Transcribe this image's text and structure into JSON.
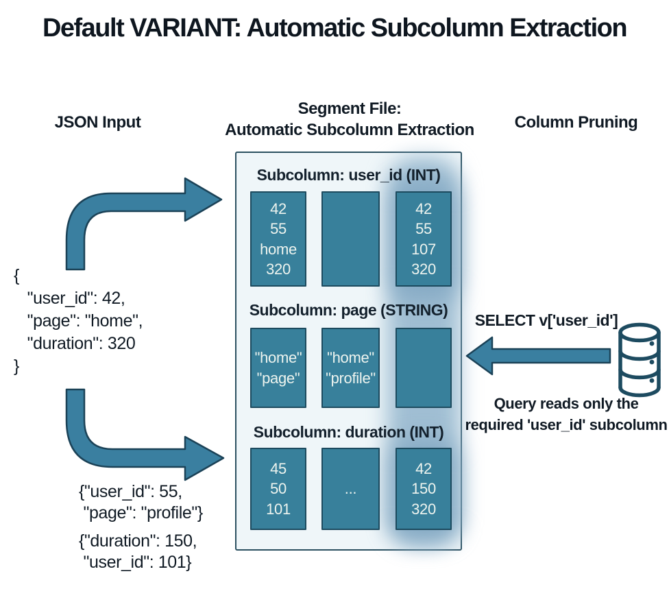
{
  "title": "Default VARIANT: Automatic Subcolumn Extraction",
  "headers": {
    "left": "JSON Input",
    "center": [
      "Segment File:",
      "Automatic Subcolumn Extraction"
    ],
    "right": "Column Pruning"
  },
  "json_input": {
    "block1": [
      "{",
      "   \"user_id\": 42,",
      "   \"page\": \"home\",",
      "   \"duration\": 320",
      "}"
    ],
    "block2": [
      "{\"user_id\": 55,",
      " \"page\": \"profile\"}"
    ],
    "block3": [
      "{\"duration\": 150,",
      " \"user_id\": 101}"
    ]
  },
  "segment": {
    "sections": [
      {
        "title": "Subcolumn: user_id (INT)",
        "cells": [
          [
            "42",
            "55",
            "home",
            "320"
          ],
          [],
          [
            "42",
            "55",
            "107",
            "320"
          ]
        ],
        "highlighted_cell_index": 2
      },
      {
        "title": "Subcolumn: page (STRING)",
        "cells": [
          [
            "\"home\"",
            "\"page\""
          ],
          [
            "\"home\"",
            "\"profile\""
          ],
          []
        ],
        "highlighted_cell_index": 2
      },
      {
        "title": "Subcolumn: duration (INT)",
        "cells": [
          [
            "45",
            "50",
            "101"
          ],
          [
            "..."
          ],
          [
            "42",
            "150",
            "320"
          ]
        ],
        "highlighted_cell_index": 2
      }
    ]
  },
  "pruning": {
    "query": "SELECT v['user_id']",
    "caption": [
      "Query reads only the",
      "required 'user_id' subcolumn"
    ]
  },
  "colors": {
    "cell_fill": "#38809b",
    "cell_border": "#1c4a5e",
    "panel_bg": "#eff6f9",
    "panel_border": "#2b5060",
    "arrow_fill": "#3a7fa0",
    "arrow_outline": "#1b4257",
    "highlight_glow": "#8fb4cc",
    "db_icon_stroke": "#1d4b60",
    "text": "#101a24"
  }
}
